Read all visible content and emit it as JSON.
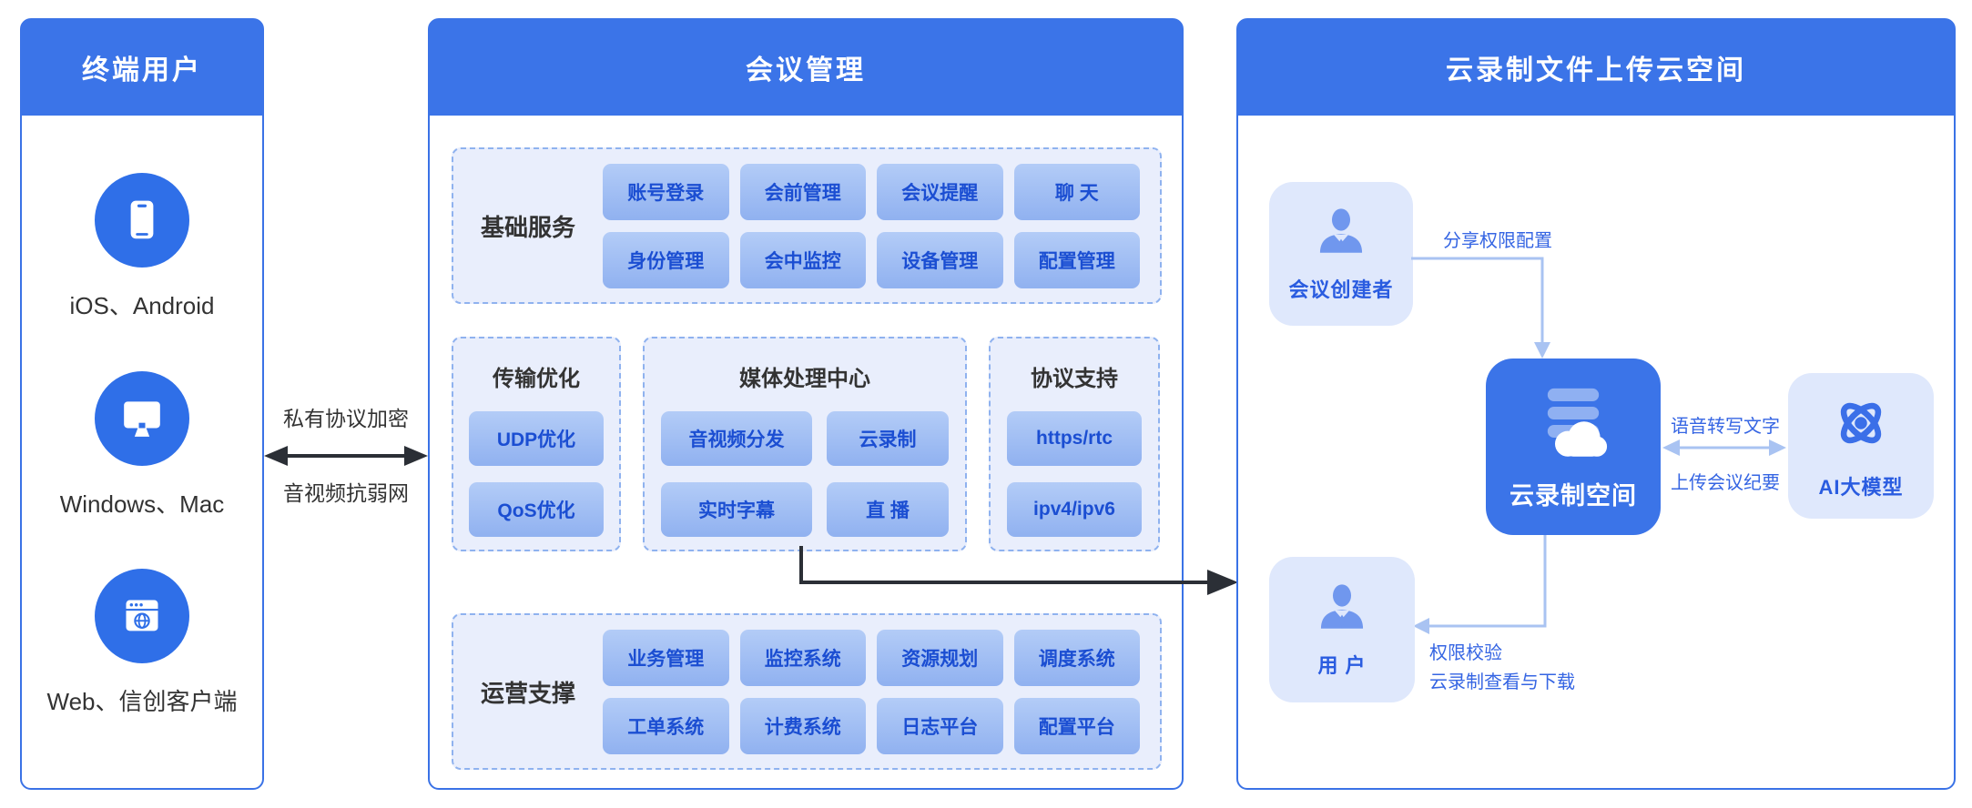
{
  "colors": {
    "header_blue": "#3b74e8",
    "panel_border": "#3a72e6",
    "section_bg": "#e9eefc",
    "chip_text": "#1b4ed2",
    "card_bg": "#dfe8fc",
    "light_arrow": "#a9c3f2",
    "black_arrow": "#2b2f36",
    "blue_label": "#3565e3"
  },
  "left_panel": {
    "title": "终端用户",
    "items": [
      {
        "icon": "mobile-phone-icon",
        "label": "iOS、Android"
      },
      {
        "icon": "desktop-monitor-icon",
        "label": "Windows、Mac"
      },
      {
        "icon": "web-browser-icon",
        "label": "Web、信创客户端"
      }
    ]
  },
  "connector": {
    "top_label": "私有协议加密",
    "bottom_label": "音视频抗弱网"
  },
  "middle_panel": {
    "title": "会议管理",
    "basic_services": {
      "label": "基础服务",
      "rows": [
        [
          "账号登录",
          "会前管理",
          "会议提醒",
          "聊 天"
        ],
        [
          "身份管理",
          "会中监控",
          "设备管理",
          "配置管理"
        ]
      ]
    },
    "transport": {
      "title": "传输优化",
      "items": [
        "UDP优化",
        "QoS优化"
      ]
    },
    "media": {
      "title": "媒体处理中心",
      "rows": [
        [
          "音视频分发",
          "云录制"
        ],
        [
          "实时字幕",
          "直 播"
        ]
      ]
    },
    "protocol": {
      "title": "协议支持",
      "items": [
        "https/rtc",
        "ipv4/ipv6"
      ]
    },
    "operations": {
      "label": "运营支撑",
      "rows": [
        [
          "业务管理",
          "监控系统",
          "资源规划",
          "调度系统"
        ],
        [
          "工单系统",
          "计费系统",
          "日志平台",
          "配置平台"
        ]
      ]
    }
  },
  "right_panel": {
    "title": "云录制文件上传云空间",
    "creator_label": "会议创建者",
    "share_label": "分享权限配置",
    "recording_label": "云录制空间",
    "transcribe_label": "语音转写文字",
    "upload_label": "上传会议纪要",
    "ai_label": "AI大模型",
    "user_label": "用 户",
    "perm_line1": "权限校验",
    "perm_line2": "云录制查看与下载"
  }
}
